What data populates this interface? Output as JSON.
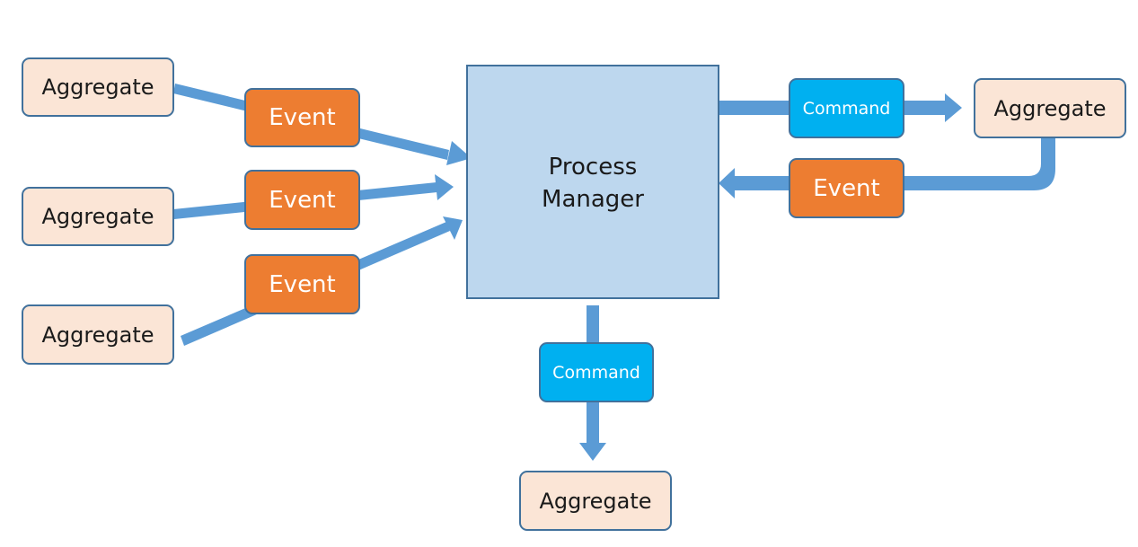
{
  "colors": {
    "aggregate_fill": "#fbe5d6",
    "event_fill": "#ed7d31",
    "command_fill": "#00b0f0",
    "manager_fill": "#bdd7ee",
    "border": "#41719c",
    "arrow": "#5b9bd5"
  },
  "process_manager": {
    "label": "Process\nManager"
  },
  "left": {
    "aggregates": [
      {
        "label": "Aggregate"
      },
      {
        "label": "Aggregate"
      },
      {
        "label": "Aggregate"
      }
    ],
    "events": [
      {
        "label": "Event"
      },
      {
        "label": "Event"
      },
      {
        "label": "Event"
      }
    ]
  },
  "right": {
    "command": {
      "label": "Command"
    },
    "aggregate": {
      "label": "Aggregate"
    },
    "event": {
      "label": "Event"
    }
  },
  "bottom": {
    "command": {
      "label": "Command"
    },
    "aggregate": {
      "label": "Aggregate"
    }
  }
}
